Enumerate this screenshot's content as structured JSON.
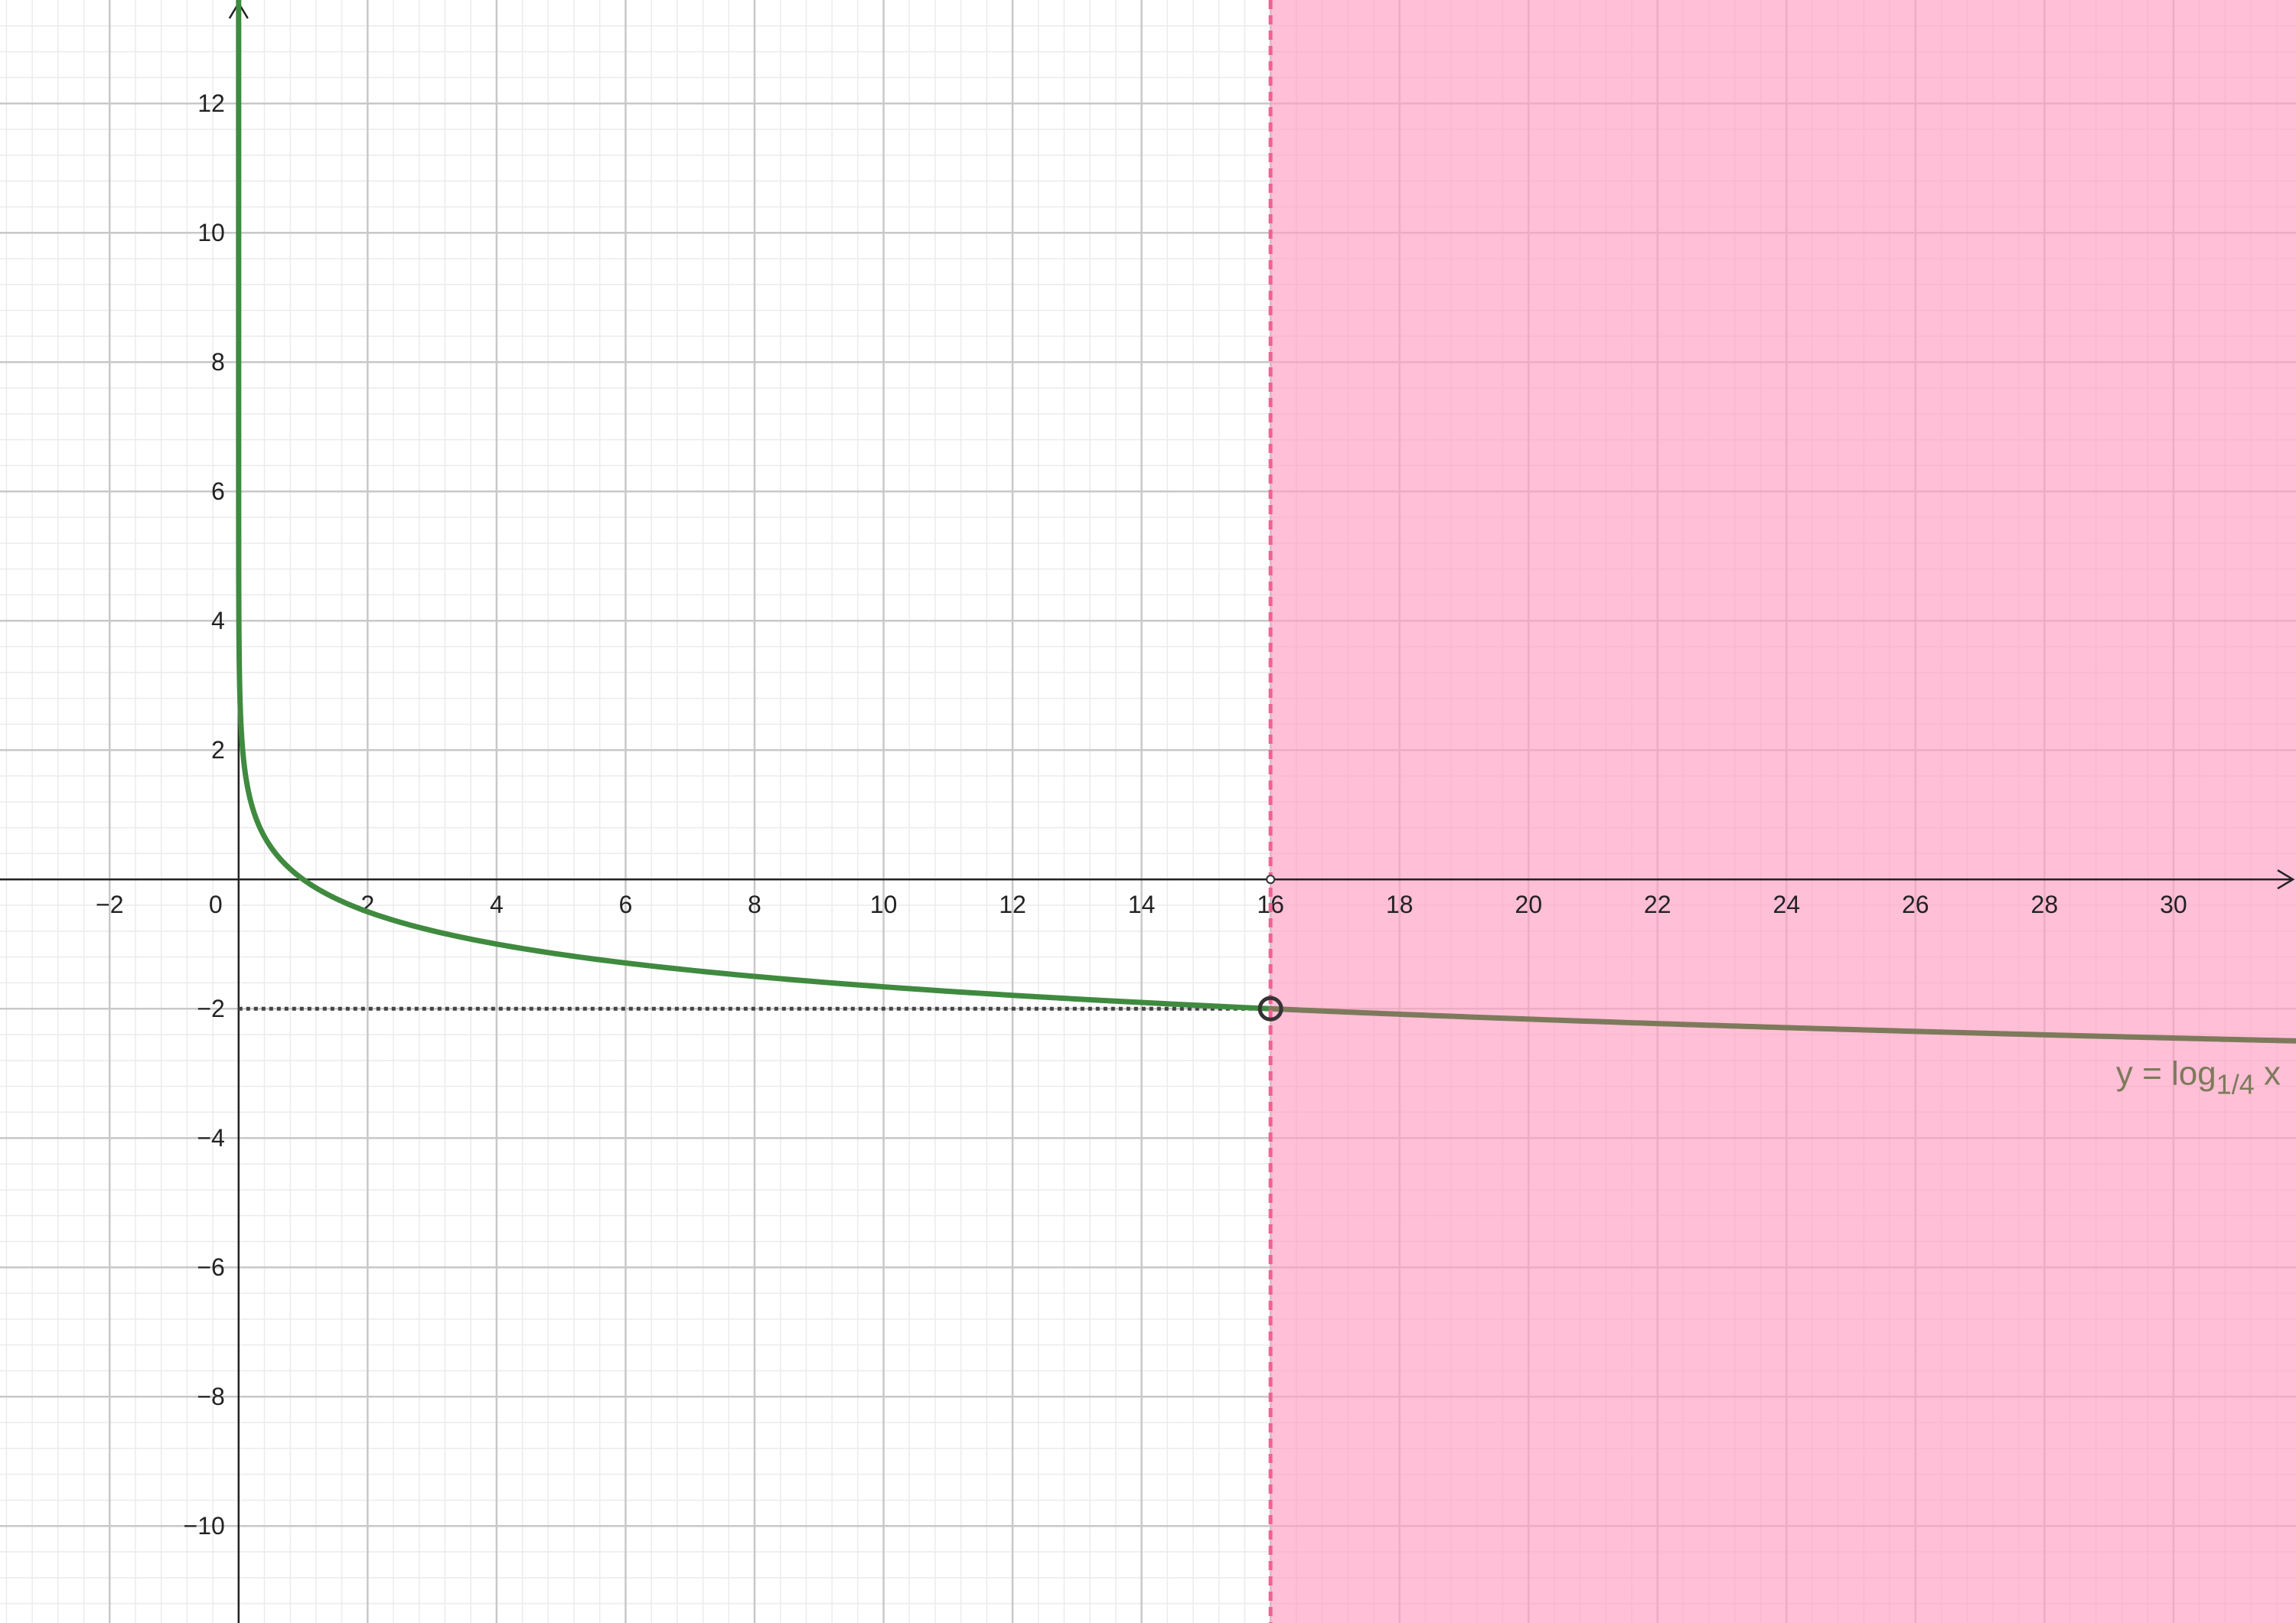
{
  "chart_data": {
    "type": "line",
    "title": "",
    "xlabel": "",
    "ylabel": "",
    "xlim": [
      -3.7,
      31.9
    ],
    "ylim": [
      -11.5,
      13.6
    ],
    "grid": true,
    "x_ticks": [
      -2,
      0,
      2,
      4,
      6,
      8,
      10,
      12,
      14,
      16,
      18,
      20,
      22,
      24,
      26,
      28,
      30
    ],
    "x_tick_labels": [
      "−2",
      "0",
      "2",
      "4",
      "6",
      "8",
      "10",
      "12",
      "14",
      "16",
      "18",
      "20",
      "22",
      "24",
      "26",
      "28",
      "30"
    ],
    "y_ticks": [
      -10,
      -8,
      -6,
      -4,
      -2,
      2,
      4,
      6,
      8,
      10,
      12
    ],
    "y_tick_labels": [
      "−10",
      "−8",
      "−6",
      "−4",
      "−2",
      "2",
      "4",
      "6",
      "8",
      "10",
      "12"
    ],
    "series": [
      {
        "function": "log_{1/4}(x)",
        "label_parts": [
          "y = log",
          "1/4",
          " x"
        ],
        "color": "#3f8a3f",
        "color_in_region": "#7d7a5c"
      }
    ],
    "shaded_region": {
      "x_min": 16,
      "color": "#ff9cc0",
      "boundary": "dashed",
      "boundary_color": "#f06292"
    },
    "highlight_point": {
      "x": 16,
      "y": -2,
      "style": "open-circle"
    },
    "guide_line": {
      "y": -2,
      "x_from": 0,
      "x_to": 16,
      "style": "dotted"
    },
    "axis_marker": {
      "x": 16,
      "y": 0,
      "style": "small-open-circle"
    }
  }
}
